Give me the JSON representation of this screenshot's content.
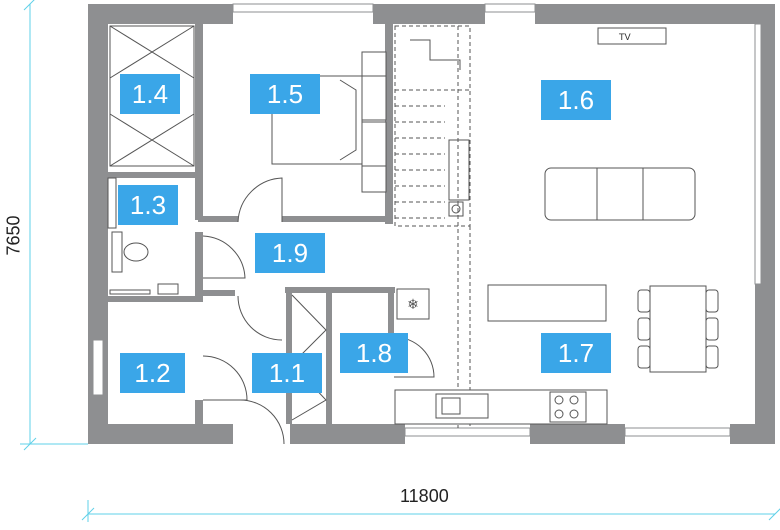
{
  "rooms": [
    {
      "id": "r14",
      "label": "1.4"
    },
    {
      "id": "r15",
      "label": "1.5"
    },
    {
      "id": "r16",
      "label": "1.6"
    },
    {
      "id": "r13",
      "label": "1.3"
    },
    {
      "id": "r19",
      "label": "1.9"
    },
    {
      "id": "r12",
      "label": "1.2"
    },
    {
      "id": "r11",
      "label": "1.1"
    },
    {
      "id": "r18",
      "label": "1.8"
    },
    {
      "id": "r17",
      "label": "1.7"
    }
  ],
  "dimensions": {
    "width": "11800",
    "height": "7650"
  },
  "appliances": {
    "tv_label": "TV"
  },
  "colors": {
    "wall": "#8e8f91",
    "label_bg": "#3aa6e8",
    "dimension_line": "#5fd0e8"
  }
}
